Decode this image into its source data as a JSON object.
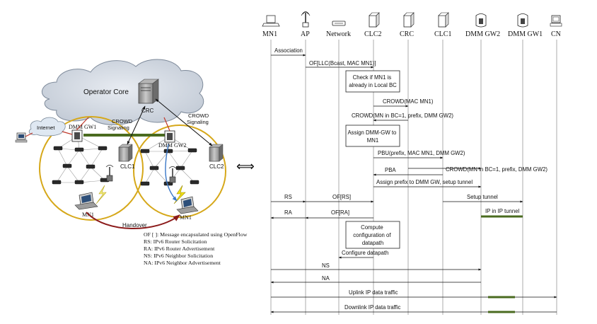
{
  "topology": {
    "cloud_label": "Operator Core",
    "internet_label": "Internet",
    "crc_label": "CRC",
    "crowd_signaling_left": [
      "CROWD",
      "Signaling"
    ],
    "crowd_signaling_right": [
      "CROWD",
      "Signaling"
    ],
    "dmm_gw1_label": "DMM GW1",
    "dmm_gw2_label": "DMM GW2",
    "clc1_label": "CLC1",
    "clc2_label": "CLC2",
    "mn1_left_label": "MN1",
    "mn1_right_label": "MN1",
    "handover_label": "Handover"
  },
  "legend": [
    "OF [ ]: Message encapsulated using OpenFlow",
    "RS: IPv6 Router Solicitation",
    "RA: IPv6 Router Advertisement",
    "NS: IPv6 Neighbor Solicitation",
    "NA: IPv6 Neighbor Advertisement"
  ],
  "equivalence_symbol": "⟺",
  "sequence": {
    "entities": [
      "MN1",
      "AP",
      "Network",
      "CLC2",
      "CRC",
      "CLC1",
      "DMM GW2",
      "DMM GW1",
      "CN"
    ],
    "messages": [
      "Association",
      "OF[LLC(Bcast, MAC MN1)]",
      "CROWD(MAC MN1)",
      "CROWD(MN in BC=1, prefix, DMM GW2)",
      "PBU(prefix, MAC MN1, DMM GW2)",
      "CROWD(MN in BC=1, prefix, DMM GW2)",
      "PBA",
      "Assign prefix to DMM GW, setup tunnel",
      "RS",
      "OF[RS]",
      "Setup tunnel",
      "RA",
      "OF[RA]",
      "IP in IP tunnel",
      "Configure datapath",
      "NS",
      "NA",
      "Uplink IP data traffic",
      "Downlink IP data traffic"
    ],
    "boxes": [
      [
        "Check if MN1 is",
        "already in Local BC"
      ],
      [
        "Assign DMM-GW to",
        "MN1"
      ],
      [
        "Compute",
        "configuration of",
        "datapath"
      ]
    ]
  }
}
